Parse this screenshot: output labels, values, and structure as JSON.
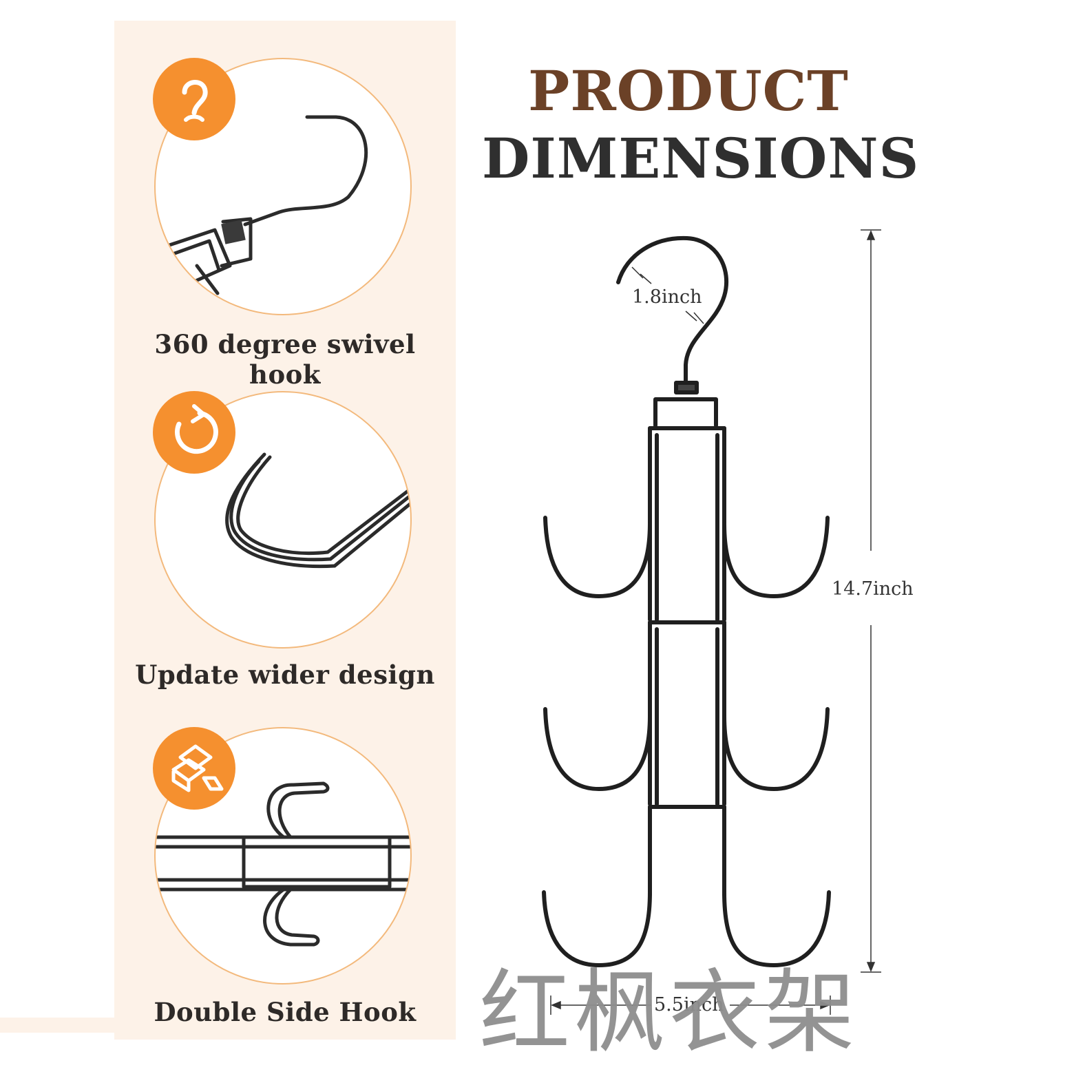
{
  "header": {
    "title_line1": "PRODUCT",
    "title_line2": "DIMENSIONS"
  },
  "features": [
    {
      "caption": "360 degree swivel hook",
      "icon": "question-hook-icon"
    },
    {
      "caption": "Update wider design",
      "icon": "rotate-arrow-icon"
    },
    {
      "caption": "Double Side Hook",
      "icon": "gold-bars-icon"
    }
  ],
  "dimensions": {
    "hook_width": "1.8inch",
    "height": "14.7inch",
    "width": "5.5inch"
  },
  "watermark": "红枫衣架",
  "colors": {
    "panel_bg": "#fdf2e8",
    "accent_orange": "#f5902f",
    "circle_border": "#f3b97c",
    "title_brown": "#6b4127",
    "title_dark": "#2f2f2f"
  }
}
